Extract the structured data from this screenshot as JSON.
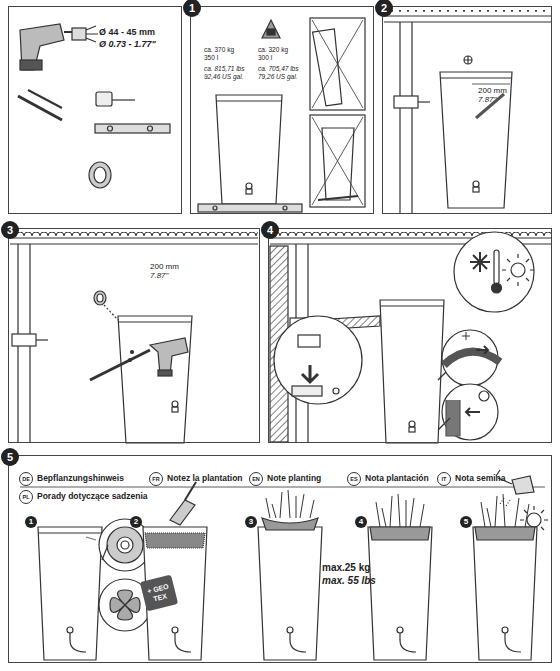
{
  "diagram": {
    "nodes": [
      {
        "text": [
          "Ø 44 - 45 mm",
          "Ø 0.73 - 1.77\""
        ]
      },
      {
        "text": [
          "1"
        ]
      },
      {
        "text": [
          "2"
        ]
      },
      {
        "text": [
          "3"
        ]
      },
      {
        "text": [
          "4"
        ]
      },
      {
        "text": [
          "5"
        ]
      },
      {
        "text": [
          "DE",
          "Bepflanzungshinweis"
        ],
        "in": 5
      },
      {
        "text": [
          "FR",
          "Notez la plantation"
        ],
        "in": 5
      },
      {
        "text": [
          "EN",
          "Note planting"
        ],
        "in": 5
      },
      {
        "text": [
          "ES",
          "Nota plantación"
        ],
        "in": 5
      },
      {
        "text": [
          "IT",
          "Nota semina"
        ],
        "in": 5
      },
      {
        "text": [
          "PL",
          "Porady dotyczące sadzenia"
        ],
        "in": 5
      },
      {
        "text": [
          "1"
        ],
        "in": 5
      },
      {
        "text": [
          "2"
        ],
        "in": 5
      },
      {
        "text": [
          "3"
        ],
        "in": 5
      },
      {
        "text": [
          "4"
        ],
        "in": 5
      },
      {
        "text": [
          "5"
        ],
        "in": 5
      },
      {
        "text": [
          "+ GEO TEX"
        ],
        "in": 5
      }
    ],
    "labels": [
      "ca. 370 kg",
      "350 l",
      "ca. 815,71 lbs",
      "92,46 US gal.",
      "ca. 320 kg",
      "300 l",
      "ca. 705,47 lbs",
      "79,26 US gal.",
      "200 mm",
      "7.87\"",
      "200 mm",
      "7.87\"",
      "max.25 kg",
      "max. 55 lbs"
    ]
  }
}
